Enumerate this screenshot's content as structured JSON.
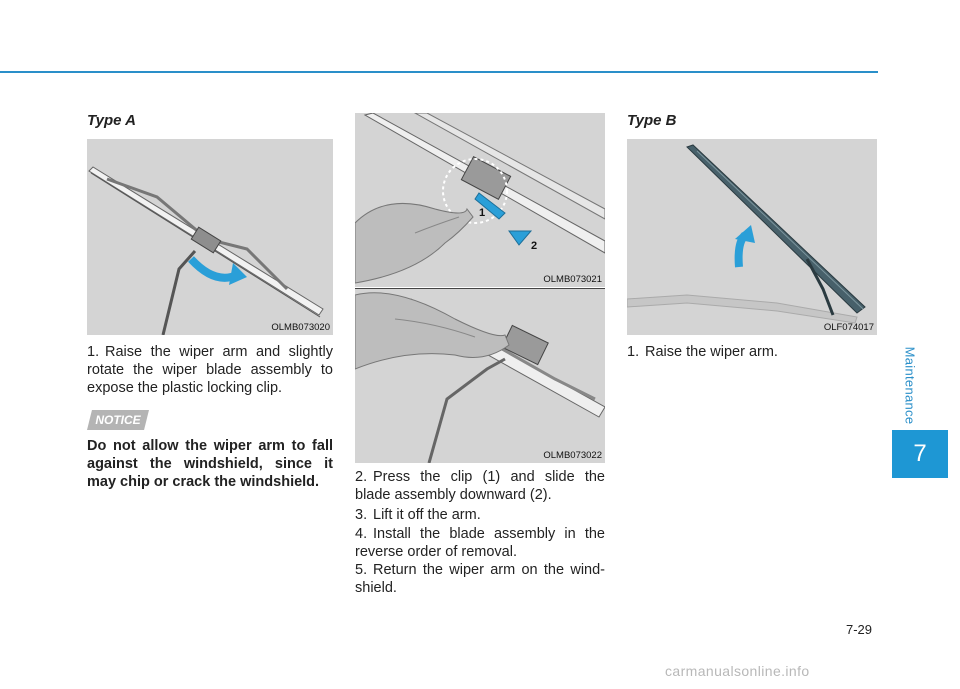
{
  "colors": {
    "accent": "#2a8fc9",
    "chapter_tab": "#1e97d4",
    "arrow": "#2a9fd8"
  },
  "chapter": {
    "side_label": "Maintenance",
    "number": "7"
  },
  "left_column": {
    "title": "Type A",
    "figure_code": "OLMB073020",
    "step1_num": "1.",
    "step1_text": "Raise the wiper arm and slightly rotate the wiper blade assembly to expose the plastic locking clip.",
    "notice_label": "NOTICE",
    "notice_text": "Do not allow the wiper arm to fall against the windshield, since it may chip or crack the windshield."
  },
  "middle_column": {
    "figure_top_code": "OLMB073021",
    "callout_1": "1",
    "callout_2": "2",
    "figure_bottom_code": "OLMB073022",
    "steps": [
      {
        "num": "2.",
        "text": "Press the clip (1) and slide the blade assembly downward (2)."
      },
      {
        "num": "3.",
        "text": "Lift it off the arm."
      },
      {
        "num": "4.",
        "text": "Install the blade assembly in the reverse order of removal."
      },
      {
        "num": "5.",
        "text": "Return the wiper arm on the wind-shield."
      }
    ]
  },
  "right_column": {
    "title": "Type B",
    "figure_code": "OLF074017",
    "step1_num": "1.",
    "step1_text": "Raise the wiper arm."
  },
  "footer": {
    "page_number": "7-29",
    "watermark": "carmanualsonline.info"
  }
}
